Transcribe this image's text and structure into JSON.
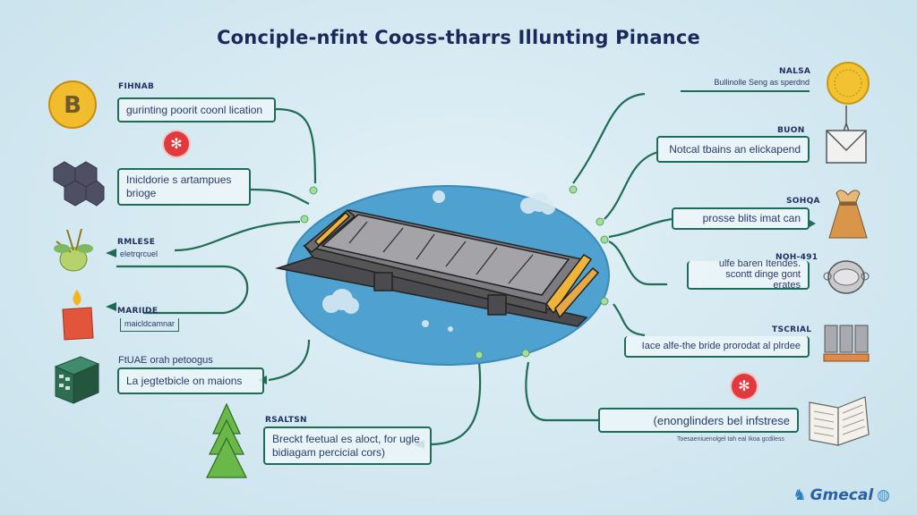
{
  "title": "Conciple-nfint Cooss-tharrs Illunting Pinance",
  "left_nodes": [
    {
      "label": "FIHNAB",
      "text": "gurinting poorit coonl lication",
      "icon": "bitcoin-coin-icon"
    },
    {
      "label": "",
      "text": "Inicldorie s artampues brioge",
      "icon": "hexagon-network-icon"
    },
    {
      "label": "RMLESE",
      "text": "eletrqrcuel",
      "icon": "plant-icon"
    },
    {
      "label": "MARIIDE",
      "text": "maicldcamnar",
      "icon": "red-box-icon"
    },
    {
      "label": "FtUAE orah petoogus",
      "text": "La jegtetbicle on maions",
      "icon": "green-cabinet-icon"
    },
    {
      "label": "RSALTSN",
      "text": "Breckt feetual es aloct, for ugle bidiagam percicial cors)",
      "icon": "pine-tree-icon"
    }
  ],
  "right_nodes": [
    {
      "label": "NALSA",
      "text": "Bullinolle Seng as sperdnd",
      "icon": "gold-coin-icon"
    },
    {
      "label": "BUON",
      "text": "Notcal tbains an elickapend",
      "icon": "envelope-crane-icon"
    },
    {
      "label": "SOHQA",
      "text": "prosse blits imat can",
      "icon": "bag-icon"
    },
    {
      "label": "NOH-491",
      "text": "ulfe baren Itendes. scontt dinge gont erates",
      "icon": "pot-icon"
    },
    {
      "label": "TSCRIAL",
      "text": "Iace alfe-the bride prorodat al plrdee",
      "icon": "server-rack-icon"
    },
    {
      "label": "",
      "text": "(enonglinders bel infstrese",
      "icon": "open-book-icon",
      "footnote": "Toesaeniuenolgel tah eal Ikoa gcdiless"
    }
  ],
  "center": {
    "icon": "bridge-icon",
    "description": "bridge over water"
  },
  "badges": [
    "alert-badge-left",
    "alert-badge-right"
  ],
  "logo": {
    "text": "Gmecal"
  },
  "colors": {
    "title": "#172a5a",
    "connector": "#1f6b55",
    "water": "#4fa2cf",
    "badge": "#e0393e"
  }
}
